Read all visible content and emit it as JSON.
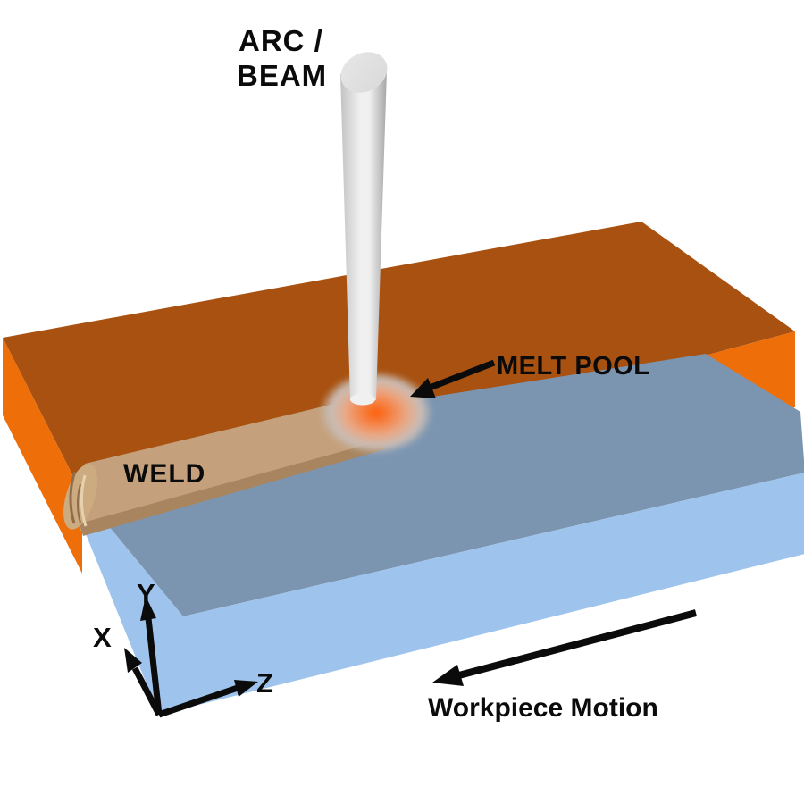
{
  "scene": {
    "title": "Arc / beam welding process schematic",
    "view": "3d-perspective-diagram",
    "background": "#FFFFFF"
  },
  "labels": {
    "arc_beam": {
      "line1": "ARC /",
      "line2": "BEAM"
    },
    "melt_pool": "MELT POOL",
    "weld": "WELD",
    "workpiece_motion": "Workpiece Motion"
  },
  "axes": {
    "x": "X",
    "y": "Y",
    "z": "Z"
  },
  "colors": {
    "background": "#FFFFFF",
    "plate_top": "#A85110",
    "plate_side": "#EE6F0A",
    "workpiece_top": "#7B95B1",
    "workpiece_front": "#9EC4EE",
    "weld_bead": "#C4A17C",
    "weld_bead_shadow": "#A8855F",
    "weld_bead_end": "#CDAB80",
    "weld_bead_end_dark": "#8F6D4B",
    "weld_bead_end_light": "#E6D2AE",
    "melt_pool_core": "#FC5E08",
    "melt_pool_mid": "#F58448",
    "melt_pool_soft": "#E8A987",
    "melt_pool_outer": "#C7BDB7",
    "electrode_edge_left": "#C2C2C2",
    "electrode_highlight": "#F0F0F0",
    "electrode_edge_right": "#A6A6A6",
    "electrode_cap": "#DBDBDB",
    "electrode_cap_light": "#E7E7E7",
    "arrow": "#0B0B0B",
    "text": "#0B0B0B"
  }
}
